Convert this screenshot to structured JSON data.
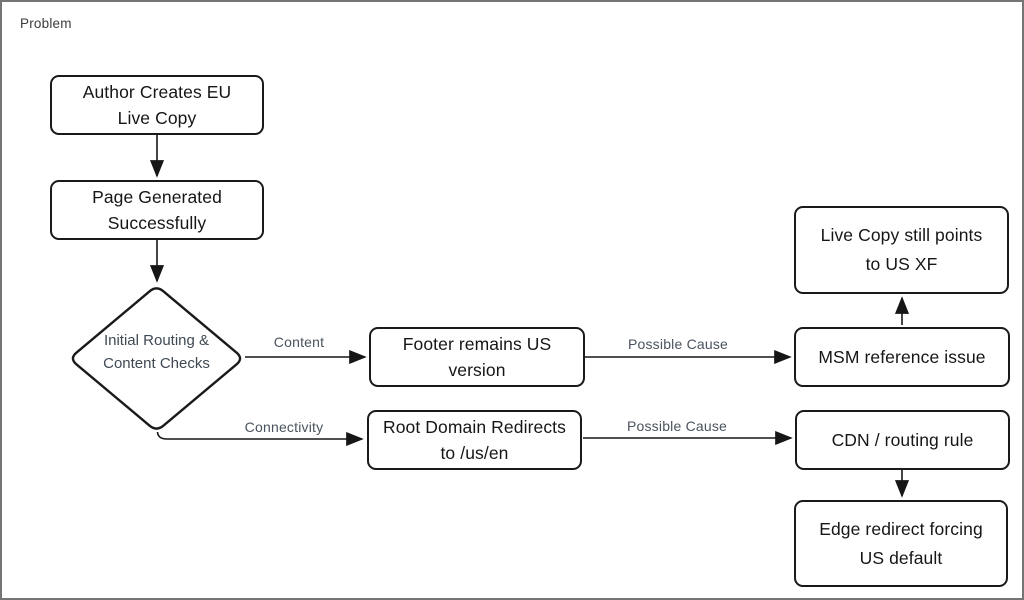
{
  "diagram": {
    "title": "Problem",
    "type": "flowchart"
  },
  "colors": {
    "node_border": "#1a1a1a",
    "node_fill": "#ffffff",
    "node_text": "#161616",
    "decision_text": "#3f4954",
    "edge_label_text": "#4a535e",
    "arrow": "#161616",
    "frame_border": "#757575",
    "background": "#ffffff"
  },
  "nodes": {
    "author": {
      "text": "Author Creates EU\nLive Copy"
    },
    "page_generated": {
      "text": "Page Generated\nSuccessfully"
    },
    "decision": {
      "text": "Initial Routing &\nContent Checks"
    },
    "footer_us": {
      "text": "Footer remains US\nversion"
    },
    "msm_issue": {
      "text": "MSM reference issue"
    },
    "live_copy_xf": {
      "text": "Live Copy still points\nto US XF"
    },
    "root_redirect": {
      "text": "Root Domain Redirects\nto /us/en"
    },
    "cdn_rule": {
      "text": "CDN / routing rule"
    },
    "edge_redirect": {
      "text": "Edge redirect forcing\nUS default"
    }
  },
  "edge_labels": {
    "content": "Content",
    "connectivity": "Connectivity",
    "possible_cause_footer": "Possible Cause",
    "possible_cause_root": "Possible Cause"
  }
}
